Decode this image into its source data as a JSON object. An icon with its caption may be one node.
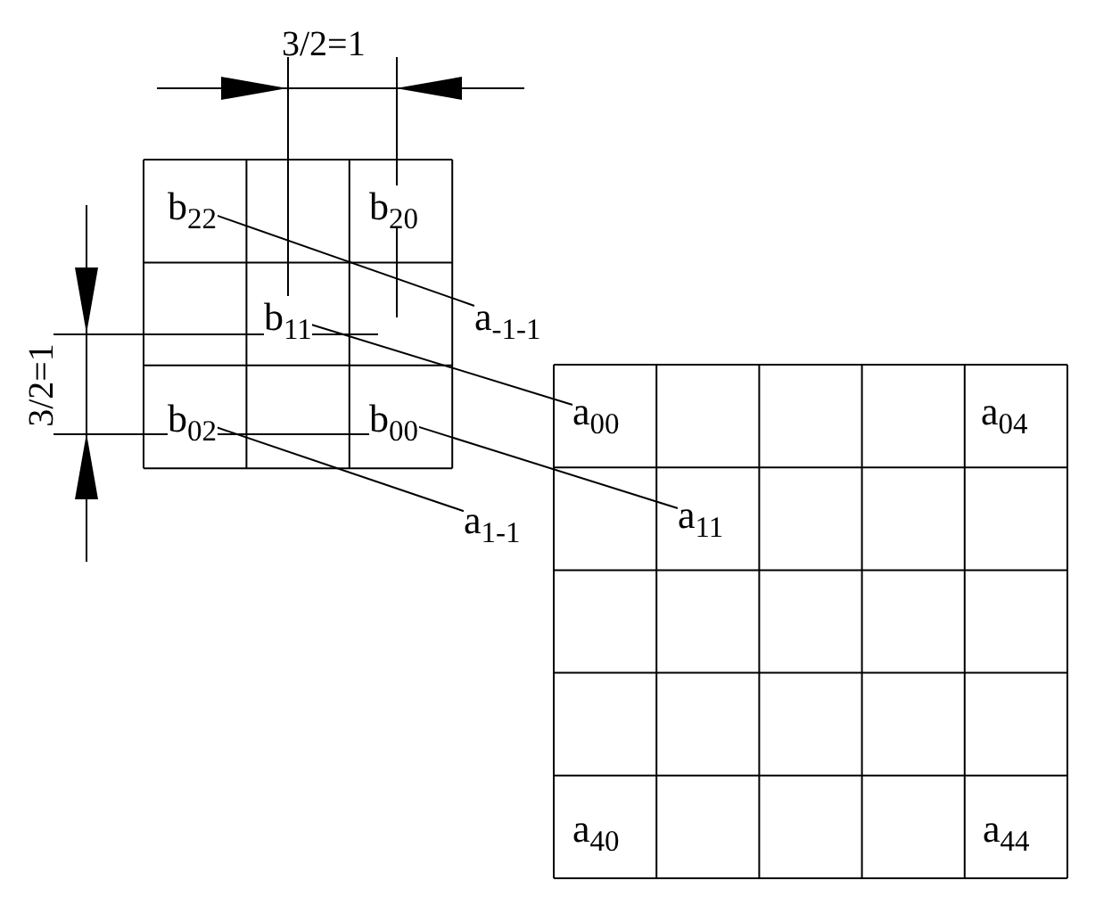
{
  "diagram": {
    "nodes": [
      {
        "text": [
          "b$_{22}$"
        ]
      },
      {
        "text": [
          "b$_{20}$"
        ]
      },
      {
        "text": [
          "b$_{11}$"
        ]
      },
      {
        "text": [
          "a$_{-1-1}$"
        ]
      },
      {
        "text": [
          "b$_{02}$"
        ]
      },
      {
        "text": [
          "b$_{00}$"
        ]
      },
      {
        "text": [
          "a$_{00}$"
        ]
      },
      {
        "text": [
          "a$_{04}$"
        ]
      },
      {
        "text": [
          "a$_{1-1}$"
        ]
      },
      {
        "text": [
          "a$_{11}$"
        ]
      },
      {
        "text": [
          "a$_{40}$"
        ]
      },
      {
        "text": [
          "a$_{44}$"
        ]
      }
    ],
    "edges": [
      {
        "from": 0,
        "to": 3,
        "arrow": "none"
      },
      {
        "from": 2,
        "to": 6,
        "arrow": "none"
      },
      {
        "from": 5,
        "to": 9,
        "arrow": "none"
      },
      {
        "from": 4,
        "to": 8,
        "arrow": "none"
      }
    ],
    "labels": [
      "3/2=1",
      "3/2=1"
    ]
  }
}
